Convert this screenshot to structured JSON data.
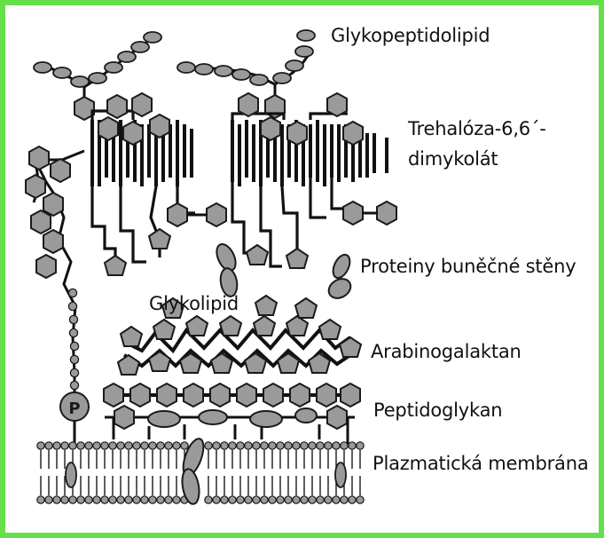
{
  "figure": {
    "labels": {
      "glycopeptidolipid": "Glykopeptidolipid",
      "trehalose_dimycolate": "Trehalóza-6,6´-\ndimykolát",
      "cell_wall_proteins": "Proteiny buněčné stěny",
      "glycolipid": "Glykolipid",
      "arabinogalactan": "Arabinogalaktan",
      "peptidoglycan": "Peptidoglykan",
      "plasma_membrane": "Plazmatická membrána",
      "phosphate_symbol": "P"
    },
    "colors": {
      "frame": "#66e04a",
      "shape_fill": "#9a9a9a",
      "shape_stroke": "#1a1a1a",
      "line": "#111111",
      "background": "#ffffff"
    }
  }
}
